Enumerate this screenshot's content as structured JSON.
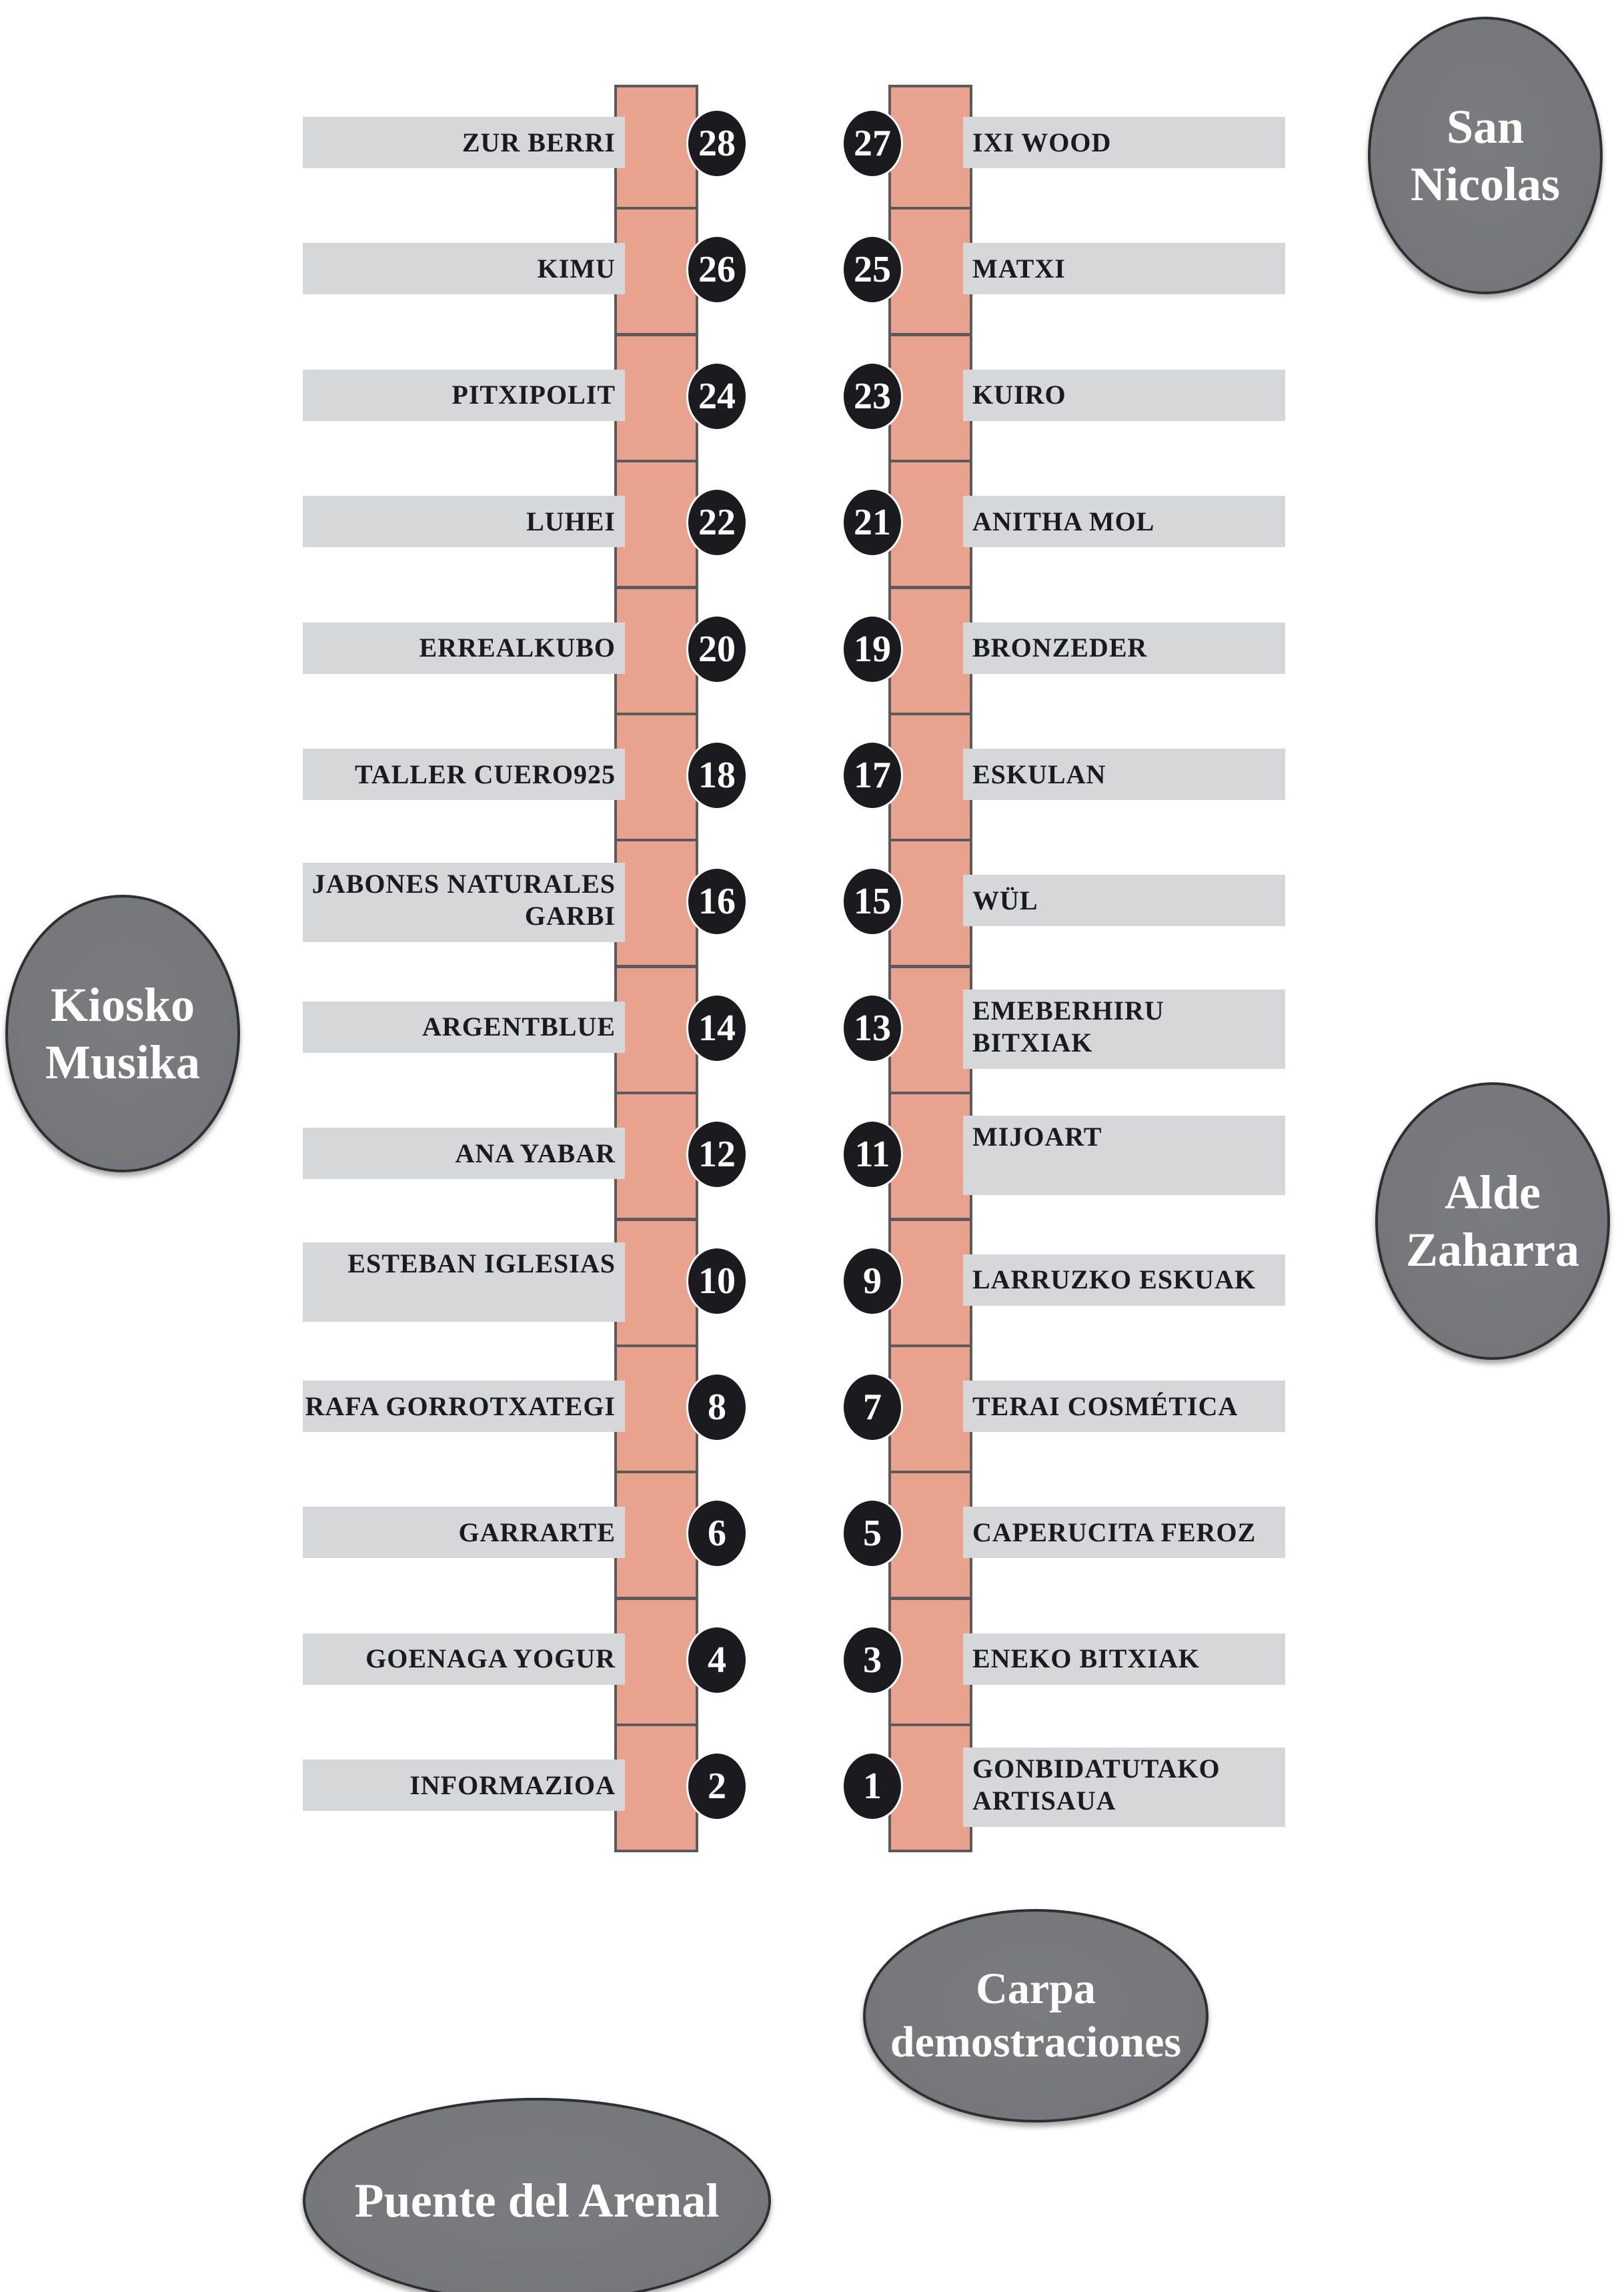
{
  "colors": {
    "stall": "#e8a28e",
    "label_bg": "#d6d7d9",
    "badge": "#1b1a1e",
    "landmark": "#76777a"
  },
  "left_stalls": [
    {
      "number": "28",
      "name": "ZUR  BERRI"
    },
    {
      "number": "26",
      "name": "KIMU"
    },
    {
      "number": "24",
      "name": "PITXIPOLIT"
    },
    {
      "number": "22",
      "name": "LUHEI"
    },
    {
      "number": "20",
      "name": "ERREALKUBO"
    },
    {
      "number": "18",
      "name": "TALLER  CUERO925"
    },
    {
      "number": "16",
      "name": "JABONES  NATURALES\nGARBI"
    },
    {
      "number": "14",
      "name": "ARGENTBLUE"
    },
    {
      "number": "12",
      "name": "ANA YABAR"
    },
    {
      "number": "10",
      "name": "ESTEBAN  IGLESIAS"
    },
    {
      "number": "8",
      "name": "RAFA GORROTXATEGI"
    },
    {
      "number": "6",
      "name": "GARRARTE"
    },
    {
      "number": "4",
      "name": "GOENAGA YOGUR"
    },
    {
      "number": "2",
      "name": "INFORMAZIOA"
    }
  ],
  "right_stalls": [
    {
      "number": "27",
      "name": "IXI  WOOD"
    },
    {
      "number": "25",
      "name": "MATXI"
    },
    {
      "number": "23",
      "name": "KUIRO"
    },
    {
      "number": "21",
      "name": "ANITHA  MOL"
    },
    {
      "number": "19",
      "name": "BRONZEDER"
    },
    {
      "number": "17",
      "name": "ESKULAN"
    },
    {
      "number": "15",
      "name": "WÜL"
    },
    {
      "number": "13",
      "name": "EMEBERHIRU  BITXIAK"
    },
    {
      "number": "11",
      "name": "MIJOART"
    },
    {
      "number": "9",
      "name": "LARRUZKO  ESKUAK"
    },
    {
      "number": "7",
      "name": "TERAI  COSMÉTICA"
    },
    {
      "number": "5",
      "name": "CAPERUCITA  FEROZ"
    },
    {
      "number": "3",
      "name": "ENEKO  BITXIAK"
    },
    {
      "number": "1",
      "name": "GONBIDATUTAKO\nARTISAUA"
    }
  ],
  "landmarks": {
    "san_nicolas": "San\nNicolas",
    "kiosko": "Kiosko\nMusika",
    "alde_zaharra": "Alde\nZaharra",
    "carpa": "Carpa\ndemostraciones",
    "puente": "Puente del Arenal"
  }
}
